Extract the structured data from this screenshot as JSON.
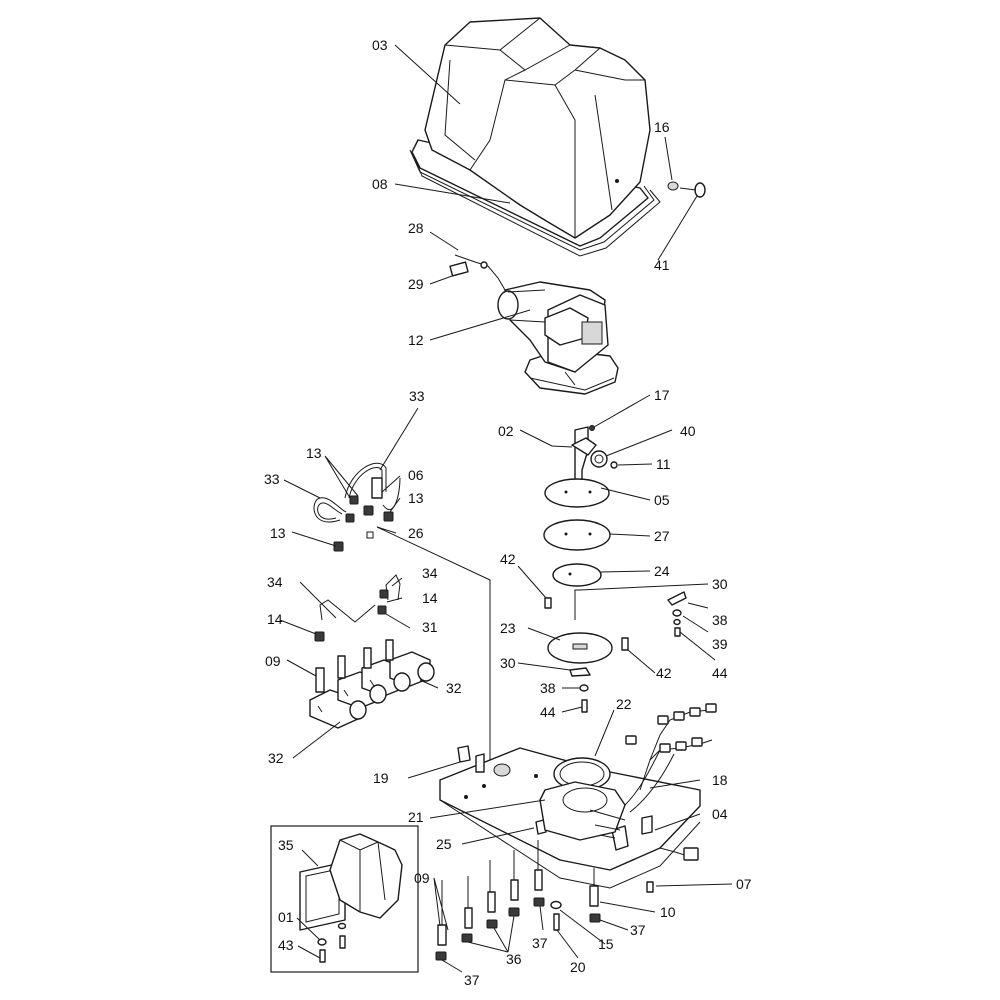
{
  "labels": {
    "l03a": "03",
    "l08": "08",
    "l16": "16",
    "l41": "41",
    "l28": "28",
    "l29": "29",
    "l12": "12",
    "l33a": "33",
    "l33b": "33",
    "l13a": "13",
    "l13b": "13",
    "l13c": "13",
    "l06": "06",
    "l26": "26",
    "l02": "02",
    "l17": "17",
    "l40": "40",
    "l11": "11",
    "l05": "05",
    "l27": "27",
    "l42a": "42",
    "l24": "24",
    "l30a": "30",
    "l38a": "38",
    "l39": "39",
    "l44a": "44",
    "l23": "23",
    "l42b": "42",
    "l30b": "30",
    "l38b": "38",
    "l44b": "44",
    "l34a": "34",
    "l34b": "34",
    "l14a": "14",
    "l14b": "14",
    "l31": "31",
    "l09a": "09",
    "l32a": "32",
    "l32b": "32",
    "l22": "22",
    "l18": "18",
    "l19": "19",
    "l21": "21",
    "l04": "04",
    "l25": "25",
    "l07": "07",
    "l09b": "09",
    "l10": "10",
    "l37a": "37",
    "l37b": "37",
    "l15": "15",
    "l20": "20",
    "l36": "36",
    "l37c": "37",
    "l35": "35",
    "l01": "01",
    "l43": "43"
  }
}
